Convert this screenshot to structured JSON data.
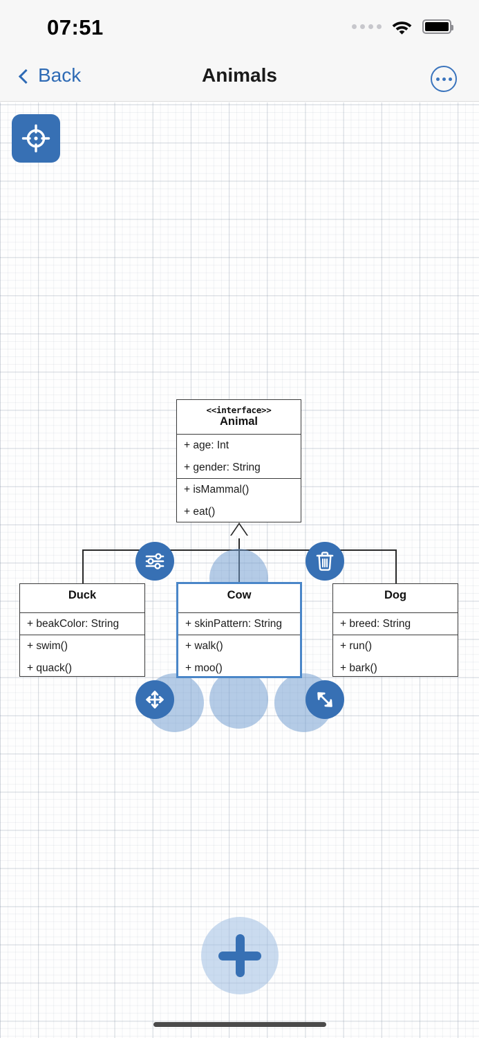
{
  "status_bar": {
    "time": "07:51",
    "signal_icon": "signal-dots-icon",
    "wifi_icon": "wifi-icon",
    "battery_icon": "battery-full-icon"
  },
  "nav_bar": {
    "back_label": "Back",
    "title": "Animals",
    "back_icon": "chevron-left-icon",
    "more_icon": "ellipsis-circle-icon"
  },
  "toolbar": {
    "locate_icon": "crosshair-target-icon",
    "add_icon": "plus-icon"
  },
  "selection_actions": [
    {
      "name": "edit-properties",
      "icon": "sliders-icon"
    },
    {
      "name": "delete",
      "icon": "trash-icon"
    },
    {
      "name": "move",
      "icon": "move-arrows-icon"
    },
    {
      "name": "resize",
      "icon": "resize-diagonal-icon"
    }
  ],
  "colors": {
    "accent": "#3770b4",
    "link": "#2f6bb5",
    "selection_border": "#4a86c8",
    "anchor": "rgba(112,156,208,0.52)",
    "canvas_bg": "#fefefe",
    "bar_bg": "#f7f7f7",
    "stroke": "#3b3b3b"
  },
  "diagram": {
    "type": "uml-class-diagram",
    "relationship": "generalization",
    "classes": [
      {
        "id": "animal",
        "stereotype": "<<interface>>",
        "name": "Animal",
        "attributes": [
          "+ age: Int",
          "+ gender: String"
        ],
        "methods": [
          "+ isMammal()",
          "+ eat()"
        ],
        "selected": false
      },
      {
        "id": "duck",
        "stereotype": "",
        "name": "Duck",
        "attributes": [
          "+ beakColor: String"
        ],
        "methods": [
          "+ swim()",
          "+ quack()"
        ],
        "selected": false
      },
      {
        "id": "cow",
        "stereotype": "",
        "name": "Cow",
        "attributes": [
          "+ skinPattern: String"
        ],
        "methods": [
          "+ walk()",
          "+ moo()"
        ],
        "selected": true
      },
      {
        "id": "dog",
        "stereotype": "",
        "name": "Dog",
        "attributes": [
          "+ breed: String"
        ],
        "methods": [
          "+ run()",
          "+ bark()"
        ],
        "selected": false
      }
    ]
  },
  "home_indicator": "home-indicator"
}
